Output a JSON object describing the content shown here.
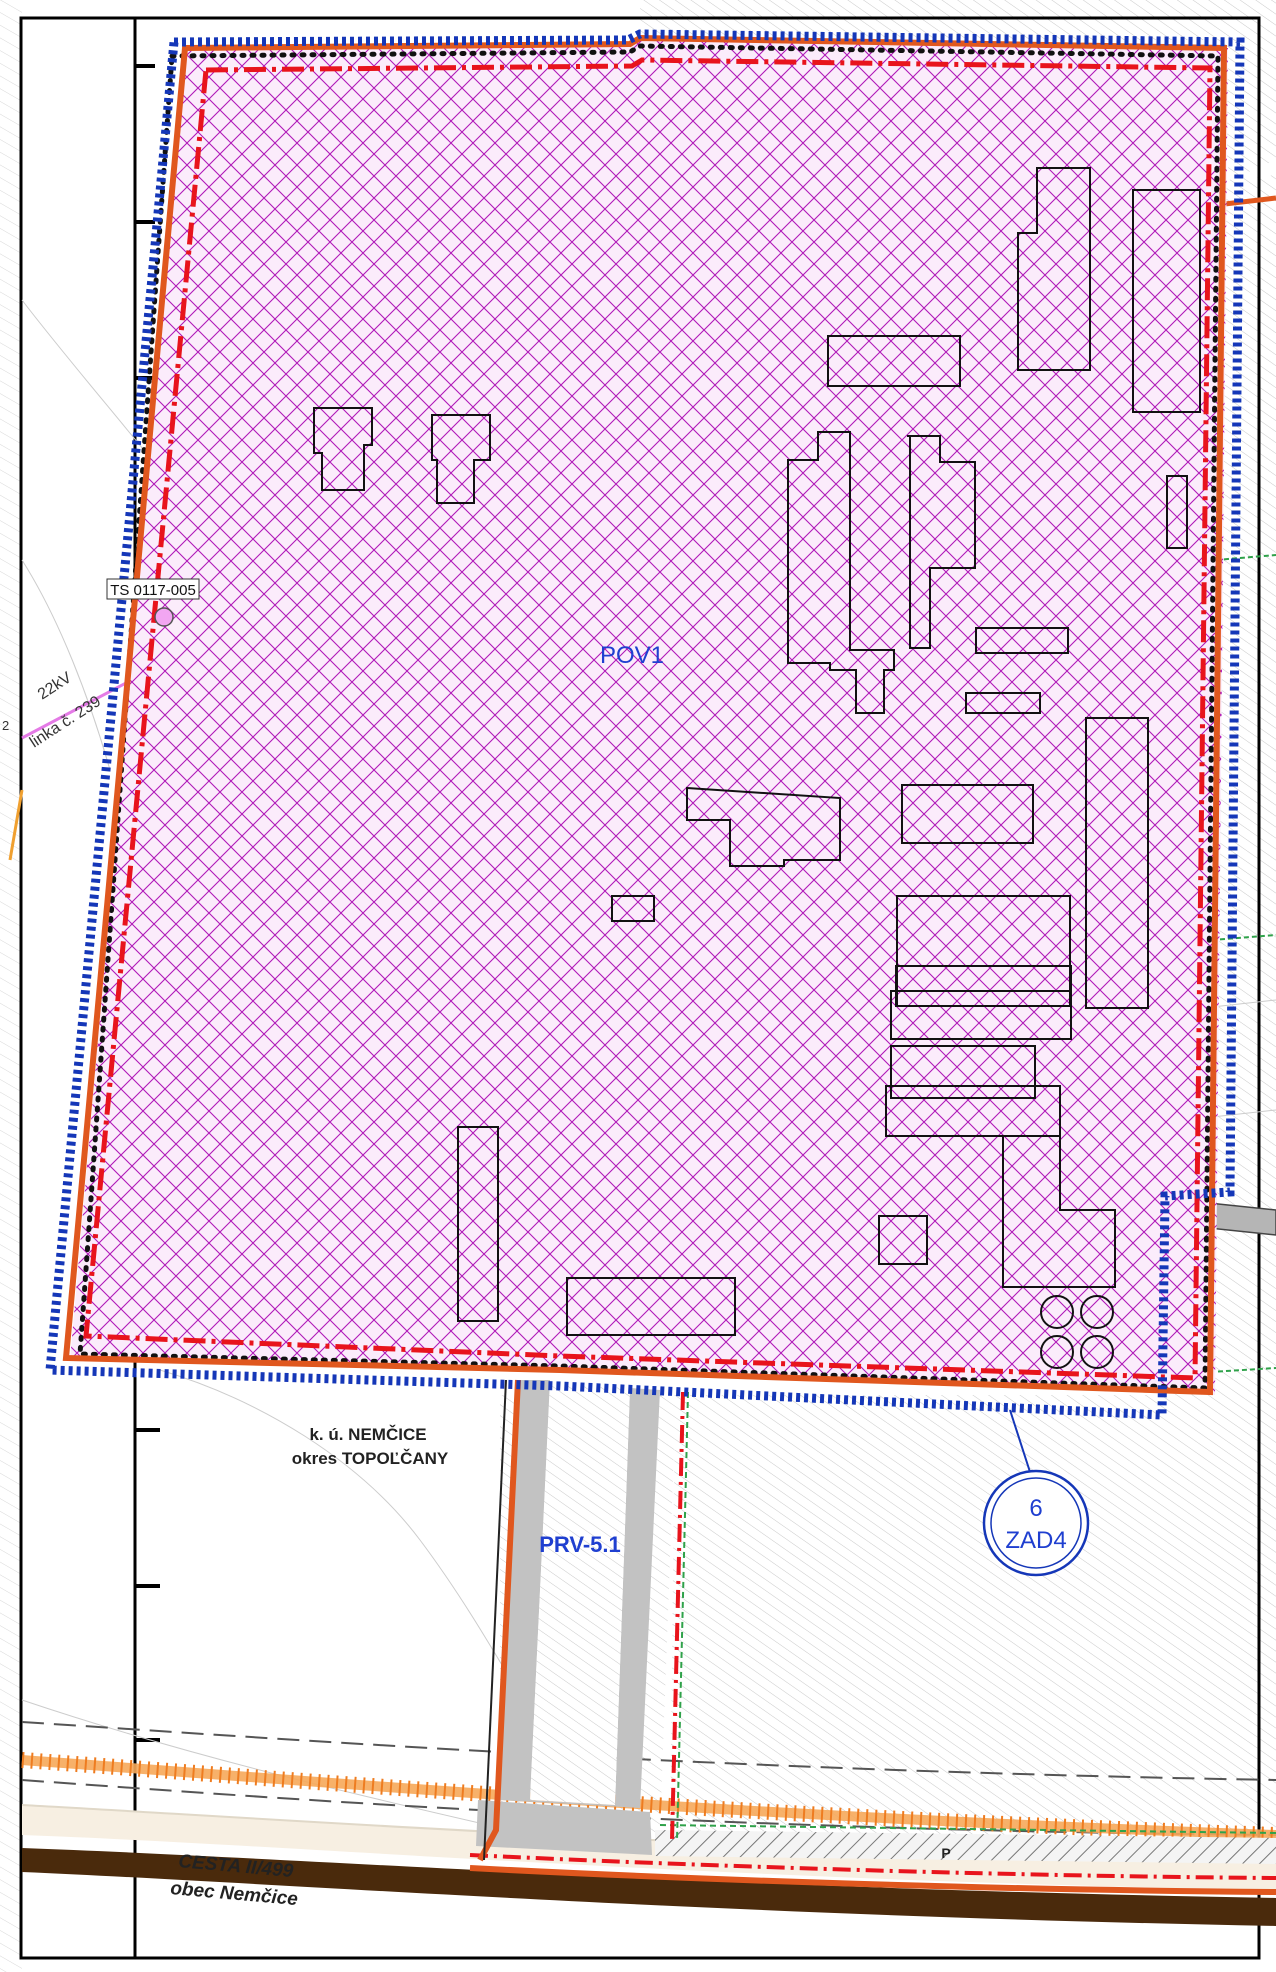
{
  "colors": {
    "zone_fill": "#fbe9fb",
    "zone_hatch": "#a800b0",
    "boundary_blue": "#1537b8",
    "boundary_orange": "#e0571e",
    "boundary_red": "#e8141c",
    "label_blue": "#1f3fd0",
    "road_brown": "#4a2a0c",
    "power_pink": "#e47ae6",
    "green_line": "#2fa24a",
    "gray_road": "#bdbdbd"
  },
  "labels": {
    "ts_station": "TS 0117-005",
    "zone_code": "POV1",
    "power_line_voltage": "22kV",
    "power_line_number": "linka č. 239",
    "cadastral_area": "k. ú. NEMČICE",
    "district": "okres TOPOĽČANY",
    "zone_prv": "PRV-5.1",
    "change_number": "6",
    "change_code": "ZAD4",
    "road_name": "CESTA II/499",
    "road_municipality": "obec Nemčice",
    "parking_symbol": "P",
    "edge_fragment": "2"
  }
}
